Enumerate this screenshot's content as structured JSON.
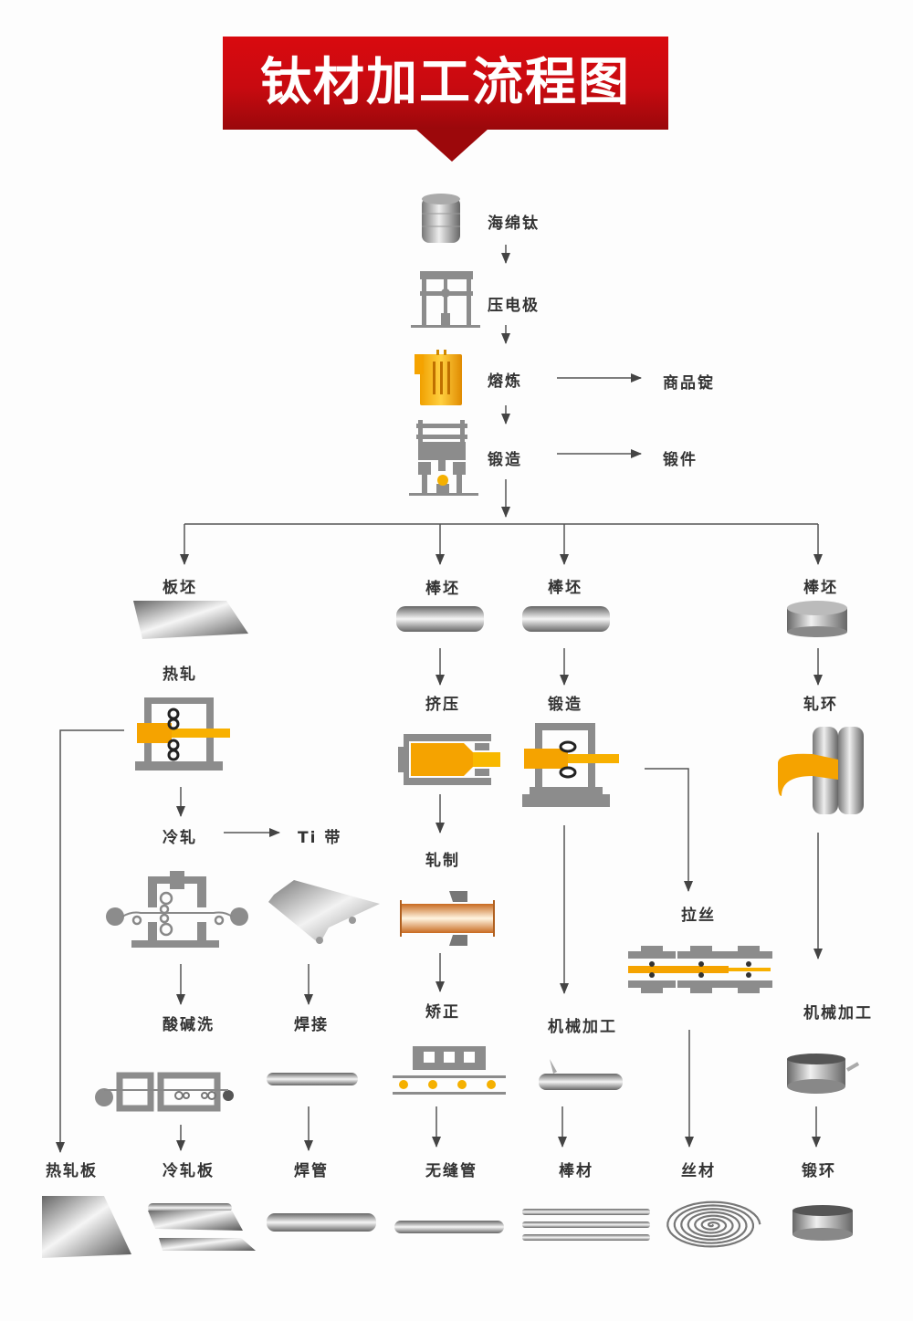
{
  "title": "钛材加工流程图",
  "colors": {
    "banner": "#c80a10",
    "accent_orange": "#f5a300",
    "machine_gray": "#8c8c8c",
    "arrow": "#444444"
  },
  "main_chain": [
    {
      "label": "海绵钛",
      "icon": "sponge-titanium-cylinder-icon"
    },
    {
      "label": "压电极",
      "icon": "electrode-press-icon"
    },
    {
      "label": "熔炼",
      "icon": "melting-furnace-icon",
      "side_output": "商品锭"
    },
    {
      "label": "锻造",
      "icon": "forging-press-icon",
      "side_output": "锻件"
    }
  ],
  "branches": {
    "plate": {
      "billet": "板坯",
      "hot_roll": "热轧",
      "cold_roll": "冷轧",
      "strip": "Ti 带",
      "pickling": "酸碱洗",
      "welding": "焊接",
      "hot_rolled_plate": "热轧板",
      "cold_rolled_plate": "冷轧板",
      "welded_pipe": "焊管"
    },
    "tube": {
      "billet": "棒坯",
      "extrude": "挤压",
      "rolling": "轧制",
      "straighten": "矫正",
      "seamless_pipe": "无缝管"
    },
    "bar": {
      "billet": "棒坯",
      "forge": "锻造",
      "wire_draw": "拉丝",
      "machining": "机械加工",
      "bar": "棒材",
      "wire": "丝材"
    },
    "ring": {
      "billet": "棒坯",
      "ring_roll": "轧环",
      "machining": "机械加工",
      "forged_ring": "锻环"
    }
  }
}
